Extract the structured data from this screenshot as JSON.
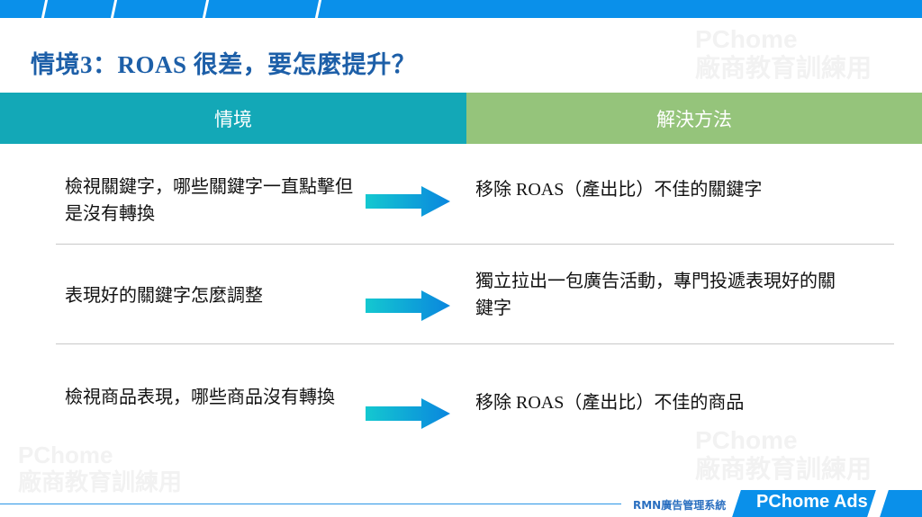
{
  "slide": {
    "title": "情境3：ROAS 很差，要怎麼提升？",
    "watermark": "PChome 廠商教育訓練用",
    "watermark_brand": "PChome",
    "watermark_text": "廠商教育訓練用"
  },
  "table": {
    "headers": [
      "情境",
      "解決方法"
    ],
    "header_colors": [
      "#13a8b7",
      "#95c47b"
    ],
    "rows": [
      {
        "situation": "檢視關鍵字，哪些關鍵字一直點擊但是沒有轉換",
        "solution": "移除 ROAS（產出比）不佳的關鍵字"
      },
      {
        "situation": "表現好的關鍵字怎麼調整",
        "solution": "獨立拉出一包廣告活動，專門投遞表現好的關鍵字"
      },
      {
        "situation": "檢視商品表現，哪些商品沒有轉換",
        "solution": "移除 ROAS（產出比）不佳的商品"
      }
    ]
  },
  "footer": {
    "rmn_label": "RMN廣告管理系統",
    "brand": "PChome Ads"
  },
  "colors": {
    "accent": "#0a90ea",
    "title": "#1d5fa8"
  }
}
